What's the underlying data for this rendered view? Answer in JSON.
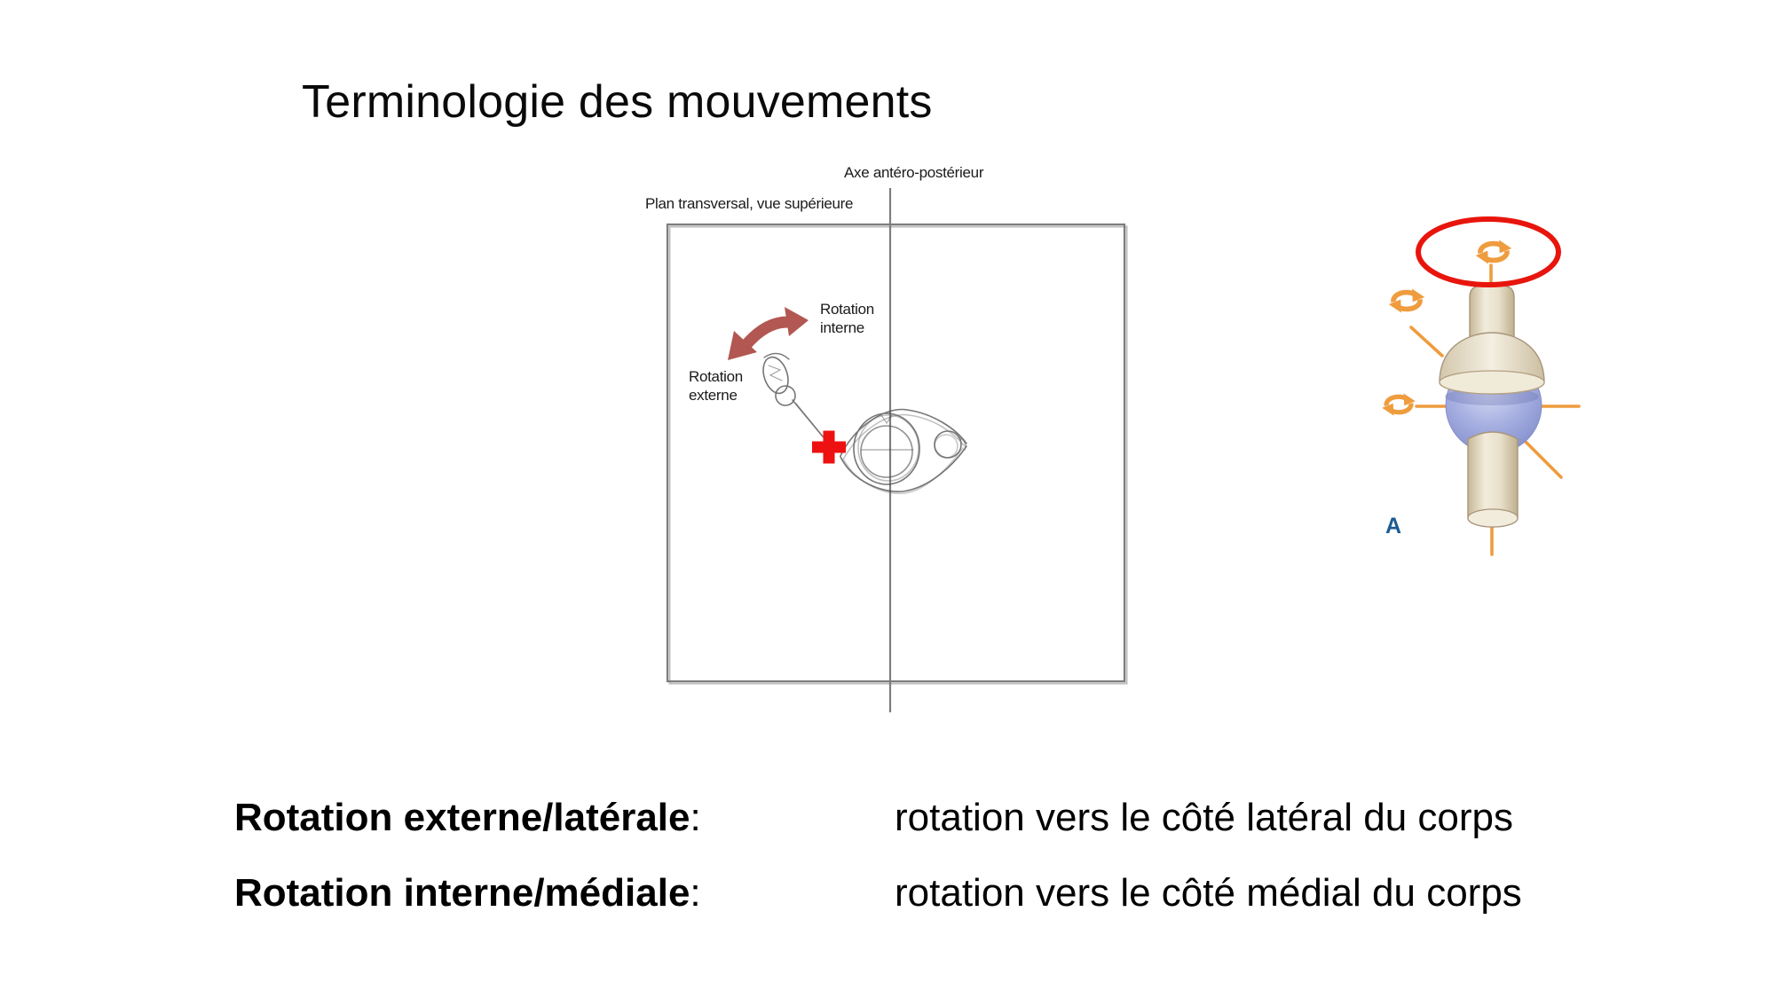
{
  "slide": {
    "title": "Terminologie des mouvements"
  },
  "plan_figure": {
    "axis_label": "Axe antéro-postérieur",
    "plane_label": "Plan transversal, vue supérieure",
    "rotation_interne_label": "Rotation\ninterne",
    "rotation_externe_label": "Rotation\nexterne",
    "icons": [
      "curved-double-rotation-arrow-icon",
      "plus-cross-marker-icon"
    ],
    "colors": {
      "frame": "#7d7d7d",
      "axis_line": "#7d7d7d",
      "rotation_arrow": "#b25751",
      "cross_marker": "#ee1111",
      "sketch": "#474747"
    }
  },
  "joint_figure": {
    "label": "A",
    "icons": [
      "rotation-arrows-icon-top",
      "rotation-arrows-icon-upper-left",
      "rotation-arrows-icon-left"
    ],
    "colors": {
      "highlight_ellipse": "#e8150d",
      "rotation_icons": "#ef9c3e",
      "axis_lines": "#ef9c3e",
      "ball": "#9aa4d8",
      "bone": "#ece4d2",
      "label": "#1d5c92"
    }
  },
  "definitions": [
    {
      "term": "Rotation externe/latérale",
      "colon": ":",
      "definition": "rotation vers le côté latéral du corps"
    },
    {
      "term": "Rotation interne/médiale",
      "colon": ":",
      "definition": "rotation vers le côté médial du corps"
    }
  ]
}
